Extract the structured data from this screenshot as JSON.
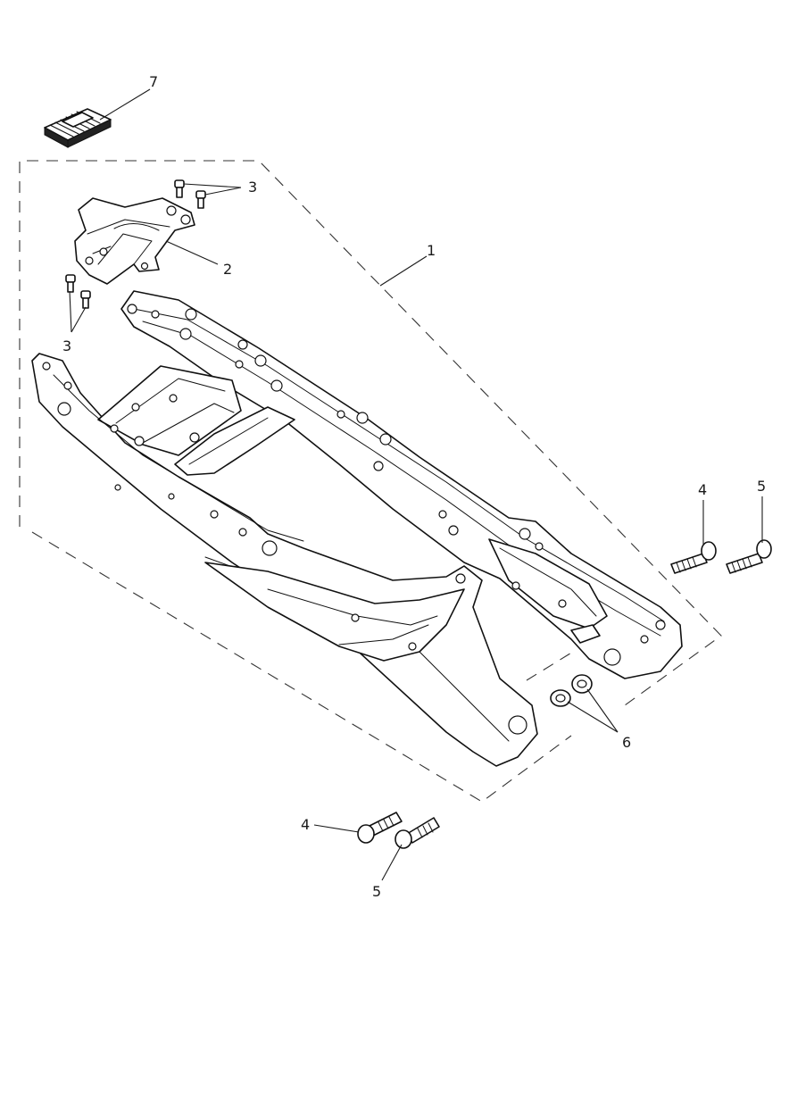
{
  "callouts": {
    "frame": "1",
    "bracket": "2",
    "bracket_bolts_top": "3",
    "bracket_bolts_left": "3",
    "bolt_right_4": "4",
    "bolt_right_5": "5",
    "spacers": "6",
    "ecu_module": "7",
    "bolt_lower_4": "4",
    "bolt_lower_5": "5"
  }
}
